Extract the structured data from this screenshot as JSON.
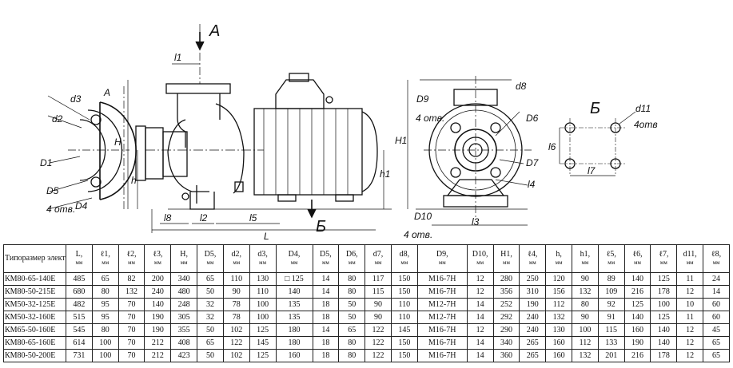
{
  "drawing": {
    "labels": {
      "view_a": "A",
      "view_b": "Б",
      "section_b_title": "Б",
      "flange_view_a": "A",
      "d3": "d3",
      "d2": "d2",
      "D1": "D1",
      "D5": "D5",
      "D4": "D4",
      "otv4_left": "4 отв.",
      "l1": "l1",
      "H": "H",
      "h": "h",
      "l8": "l8",
      "l2": "l2",
      "l5": "l5",
      "L": "L",
      "D9": "D9",
      "otv4_mid": "4 отв.",
      "d8": "d8",
      "D6": "D6",
      "D7": "D7",
      "H1": "H1",
      "h1": "h1",
      "l4": "l4",
      "D10": "D10",
      "l3": "l3",
      "otv4_bottom": "4 отв.",
      "d11": "d11",
      "otv4_right": "4отв",
      "l6": "l6",
      "l7": "l7"
    }
  },
  "table": {
    "headers": [
      {
        "sym": "Типоразмер электронасоса",
        "unit": ""
      },
      {
        "sym": "L,",
        "unit": "мм"
      },
      {
        "sym": "ℓ1,",
        "unit": "мм"
      },
      {
        "sym": "ℓ2,",
        "unit": "мм"
      },
      {
        "sym": "ℓ3,",
        "unit": "мм"
      },
      {
        "sym": "H,",
        "unit": "мм"
      },
      {
        "sym": "D5,",
        "unit": "мм"
      },
      {
        "sym": "d2,",
        "unit": "мм"
      },
      {
        "sym": "d3,",
        "unit": "мм"
      },
      {
        "sym": "D4,",
        "unit": "мм"
      },
      {
        "sym": "D5,",
        "unit": "мм"
      },
      {
        "sym": "D6,",
        "unit": "мм"
      },
      {
        "sym": "d7,",
        "unit": "мм"
      },
      {
        "sym": "d8,",
        "unit": "мм"
      },
      {
        "sym": "D9,",
        "unit": "мм"
      },
      {
        "sym": "D10,",
        "unit": "мм"
      },
      {
        "sym": "H1,",
        "unit": "мм"
      },
      {
        "sym": "ℓ4,",
        "unit": "мм"
      },
      {
        "sym": "h,",
        "unit": "мм"
      },
      {
        "sym": "h1,",
        "unit": "мм"
      },
      {
        "sym": "ℓ5,",
        "unit": "мм"
      },
      {
        "sym": "ℓ6,",
        "unit": "мм"
      },
      {
        "sym": "ℓ7,",
        "unit": "мм"
      },
      {
        "sym": "d11,",
        "unit": "мм"
      },
      {
        "sym": "ℓ8,",
        "unit": "мм"
      }
    ],
    "rows": [
      [
        "КМ80-65-140Е",
        "485",
        "65",
        "82",
        "200",
        "340",
        "65",
        "110",
        "130",
        "□ 125",
        "14",
        "80",
        "117",
        "150",
        "M16-7H",
        "12",
        "280",
        "250",
        "120",
        "90",
        "89",
        "140",
        "125",
        "11",
        "24"
      ],
      [
        "КМ80-50-215Е",
        "680",
        "80",
        "132",
        "240",
        "480",
        "50",
        "90",
        "110",
        "140",
        "14",
        "80",
        "115",
        "150",
        "M16-7H",
        "12",
        "356",
        "310",
        "156",
        "132",
        "109",
        "216",
        "178",
        "12",
        "14"
      ],
      [
        "КМ50-32-125Е",
        "482",
        "95",
        "70",
        "140",
        "248",
        "32",
        "78",
        "100",
        "135",
        "18",
        "50",
        "90",
        "110",
        "M12-7H",
        "14",
        "252",
        "190",
        "112",
        "80",
        "92",
        "125",
        "100",
        "10",
        "60"
      ],
      [
        "КМ50-32-160Е",
        "515",
        "95",
        "70",
        "190",
        "305",
        "32",
        "78",
        "100",
        "135",
        "18",
        "50",
        "90",
        "110",
        "M12-7H",
        "14",
        "292",
        "240",
        "132",
        "90",
        "91",
        "140",
        "125",
        "11",
        "60"
      ],
      [
        "КМ65-50-160Е",
        "545",
        "80",
        "70",
        "190",
        "355",
        "50",
        "102",
        "125",
        "180",
        "14",
        "65",
        "122",
        "145",
        "M16-7H",
        "12",
        "290",
        "240",
        "130",
        "100",
        "115",
        "160",
        "140",
        "12",
        "45"
      ],
      [
        "КМ80-65-160Е",
        "614",
        "100",
        "70",
        "212",
        "408",
        "65",
        "122",
        "145",
        "180",
        "18",
        "80",
        "122",
        "150",
        "M16-7H",
        "14",
        "340",
        "265",
        "160",
        "112",
        "133",
        "190",
        "140",
        "12",
        "65"
      ],
      [
        "КМ80-50-200Е",
        "731",
        "100",
        "70",
        "212",
        "423",
        "50",
        "102",
        "125",
        "160",
        "18",
        "80",
        "122",
        "150",
        "M16-7H",
        "14",
        "360",
        "265",
        "160",
        "132",
        "201",
        "216",
        "178",
        "12",
        "65"
      ]
    ]
  }
}
